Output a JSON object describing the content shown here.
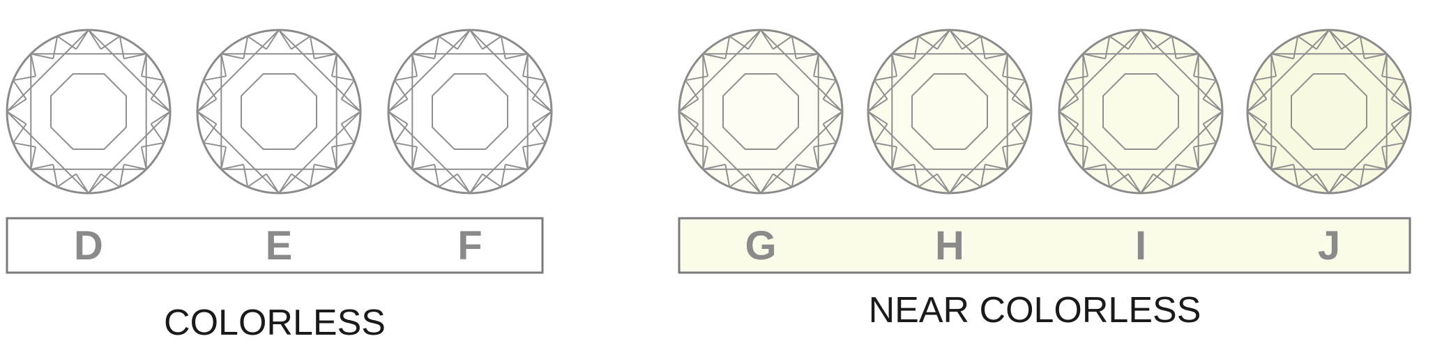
{
  "groups": [
    {
      "caption": "COLORLESS",
      "box_fill": "#ffffff",
      "grades": [
        {
          "letter": "D",
          "tint": "#ffffff"
        },
        {
          "letter": "E",
          "tint": "#ffffff"
        },
        {
          "letter": "F",
          "tint": "#ffffff"
        }
      ]
    },
    {
      "caption": "NEAR COLORLESS",
      "box_fill": "#fbfbe9",
      "grades": [
        {
          "letter": "G",
          "tint": "#fdfdf4"
        },
        {
          "letter": "H",
          "tint": "#fcfcef"
        },
        {
          "letter": "I",
          "tint": "#fbfbea"
        },
        {
          "letter": "J",
          "tint": "#f9f9e2"
        }
      ]
    }
  ],
  "colors": {
    "outline": "#8a8a8a",
    "caption_text": "#1a1a1a",
    "letter_text": "#8a8a8a"
  },
  "icons": [
    "round-brilliant-diamond-icon"
  ]
}
